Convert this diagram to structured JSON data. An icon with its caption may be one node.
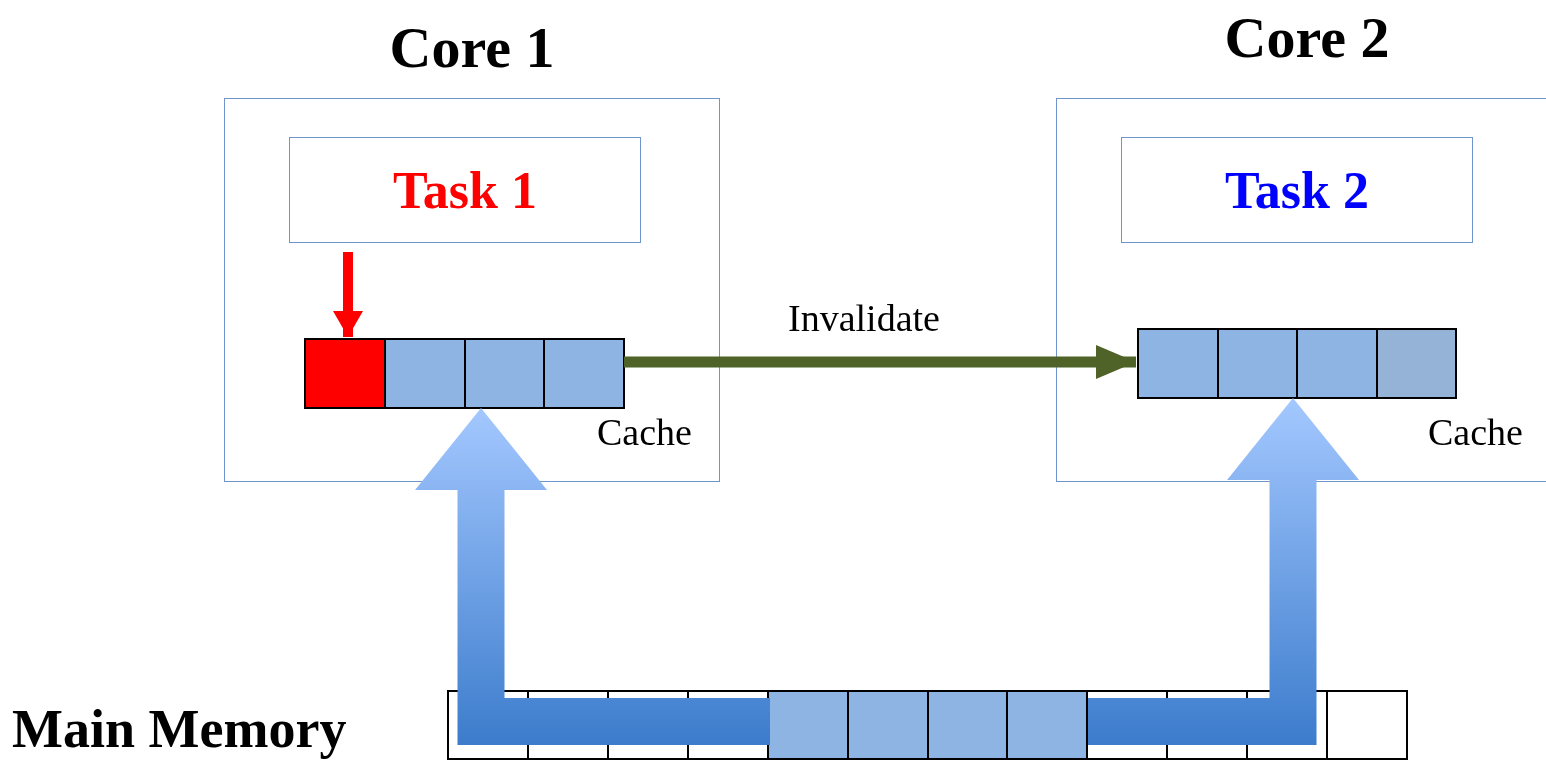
{
  "diagram": {
    "nodes": [
      {
        "text": [
          "Core 1"
        ]
      },
      {
        "text": [
          "Task 1"
        ],
        "in": 0
      },
      {
        "text": [],
        "shape": "bar",
        "in": 0,
        "beside": [
          "Cache"
        ]
      },
      {
        "text": [
          "Core 2"
        ]
      },
      {
        "text": [
          "Task 2"
        ],
        "in": 3
      },
      {
        "text": [],
        "shape": "bar",
        "in": 3,
        "beside": [
          "Cache"
        ]
      },
      {
        "text": [],
        "shape": "bar",
        "beside": [
          "Main Memory"
        ]
      }
    ],
    "edges": [
      {
        "from": 1,
        "to": 2,
        "arrow": "to",
        "color": "#ff0000"
      },
      {
        "from": 2,
        "to": 5,
        "arrow": "to",
        "label": "Invalidate",
        "color": "#4f6228"
      },
      {
        "from": 6,
        "to": 2,
        "arrow": "to",
        "style": "thick",
        "color": "#5b93d8"
      },
      {
        "from": 6,
        "to": 5,
        "arrow": "to",
        "style": "thick",
        "color": "#5b93d8"
      }
    ]
  }
}
